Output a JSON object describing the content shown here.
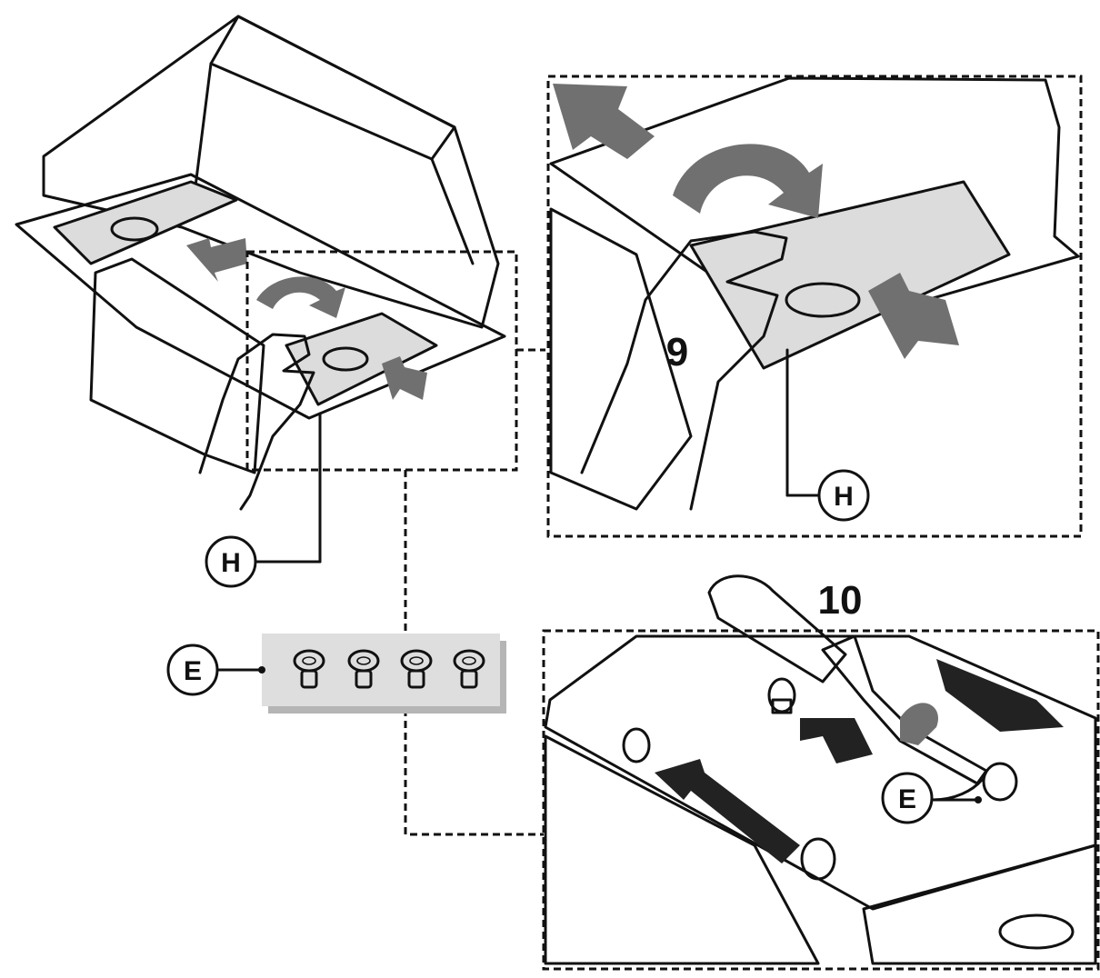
{
  "steps": [
    {
      "number": "9"
    },
    {
      "number": "10"
    }
  ],
  "callouts": {
    "filter_overview": "H",
    "filter_detail": "H",
    "screws_tray": "E",
    "screws_detail": "E"
  },
  "colors": {
    "line": "#111111",
    "panel_gray": "#dcdcdc",
    "arrow_gray": "#707070",
    "background": "#ffffff"
  },
  "icons": [
    "hand-icon",
    "screwdriver-icon",
    "screw-icon",
    "rotate-arrow-icon",
    "slide-arrow-icon"
  ]
}
